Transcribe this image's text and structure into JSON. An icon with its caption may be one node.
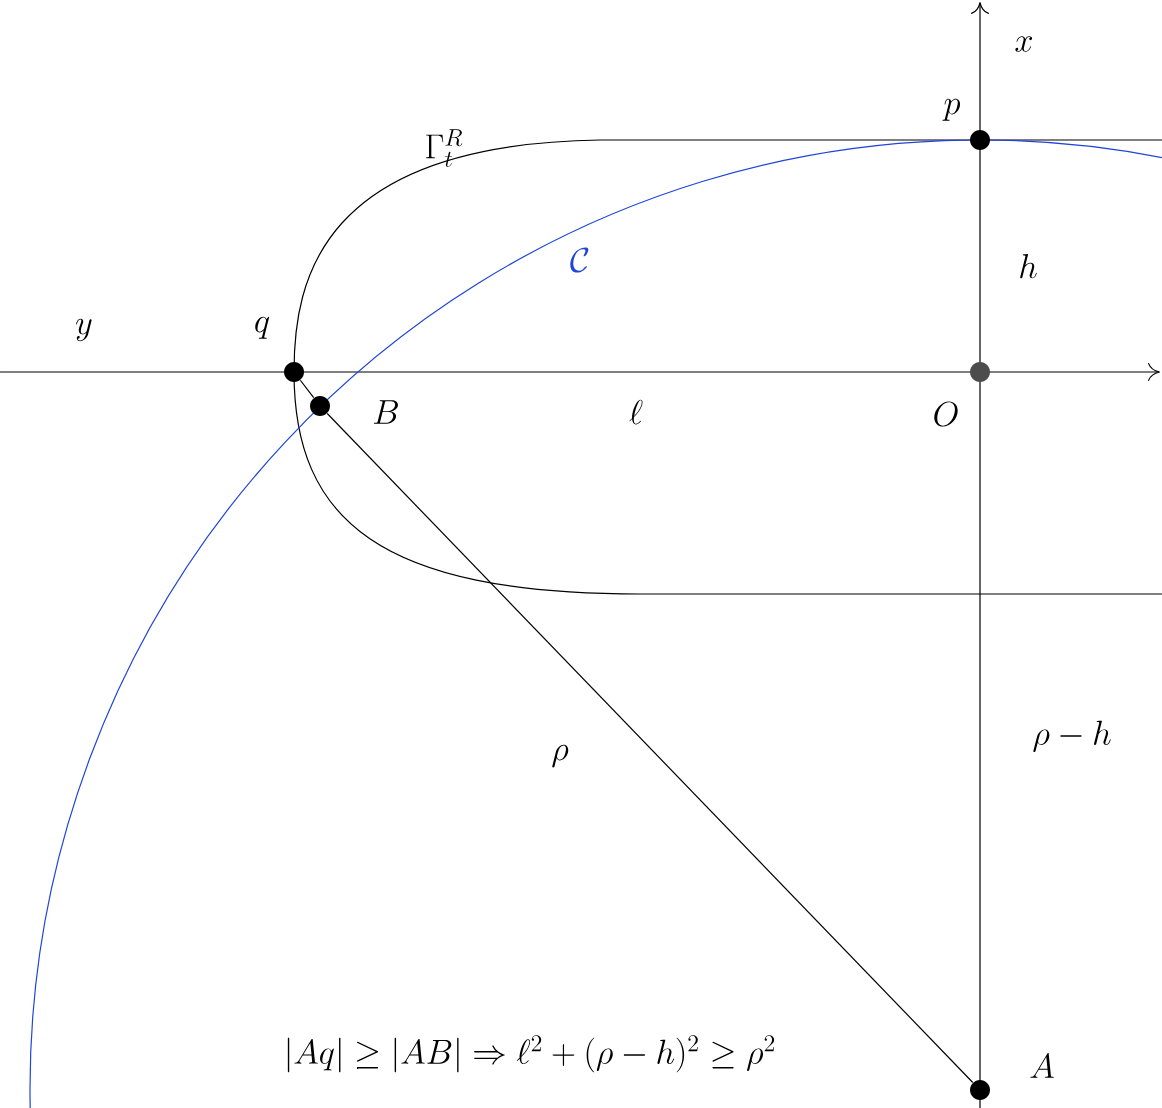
{
  "diagram": {
    "nodes": [
      {
        "text": [],
        "shape": "circle",
        "beside": [
          "p"
        ]
      },
      {
        "text": [],
        "shape": "circle",
        "beside": [
          "q"
        ]
      },
      {
        "text": [],
        "shape": "circle",
        "beside": [
          "B"
        ]
      },
      {
        "text": [],
        "shape": "circle",
        "beside": [
          "O"
        ]
      },
      {
        "text": [],
        "shape": "circle",
        "beside": [
          "A"
        ]
      }
    ],
    "edges": [
      {
        "from": 1,
        "to": 2,
        "arrow": "none"
      },
      {
        "from": 2,
        "to": 4,
        "arrow": "none"
      }
    ],
    "labels": [
      "x",
      "\\Gamma_t^R",
      "y",
      "\\mathcal{C}",
      "h",
      "\\ell",
      "\\rho",
      "\\rho - h",
      "|Aq| \\geq |AB| \\Rightarrow \\ell^2 + (\\rho - h)^2 \\geq \\rho^2"
    ]
  }
}
